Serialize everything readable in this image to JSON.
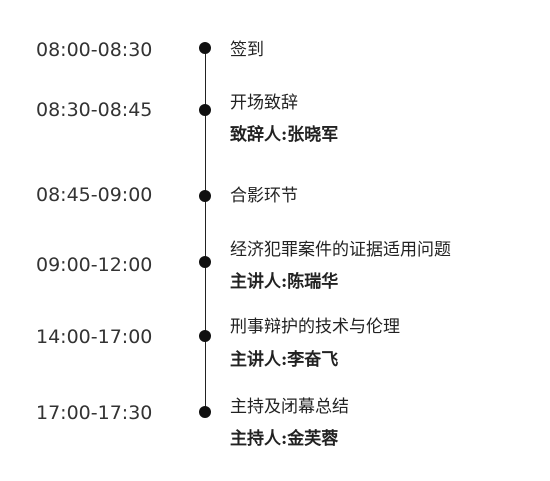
{
  "schedule": [
    {
      "time": "08:00-08:30",
      "title": "签到",
      "speaker": ""
    },
    {
      "time": "08:30-08:45",
      "title": "开场致辞",
      "speaker": "致辞人:张晓军"
    },
    {
      "time": "08:45-09:00",
      "title": "合影环节",
      "speaker": ""
    },
    {
      "time": "09:00-12:00",
      "title": "经济犯罪案件的证据适用问题",
      "speaker": "主讲人:陈瑞华"
    },
    {
      "time": "14:00-17:00",
      "title": "刑事辩护的技术与伦理",
      "speaker": "主讲人:李奋飞"
    },
    {
      "time": "17:00-17:30",
      "title": "主持及闭幕总结",
      "speaker": "主持人:金芙蓉"
    }
  ]
}
